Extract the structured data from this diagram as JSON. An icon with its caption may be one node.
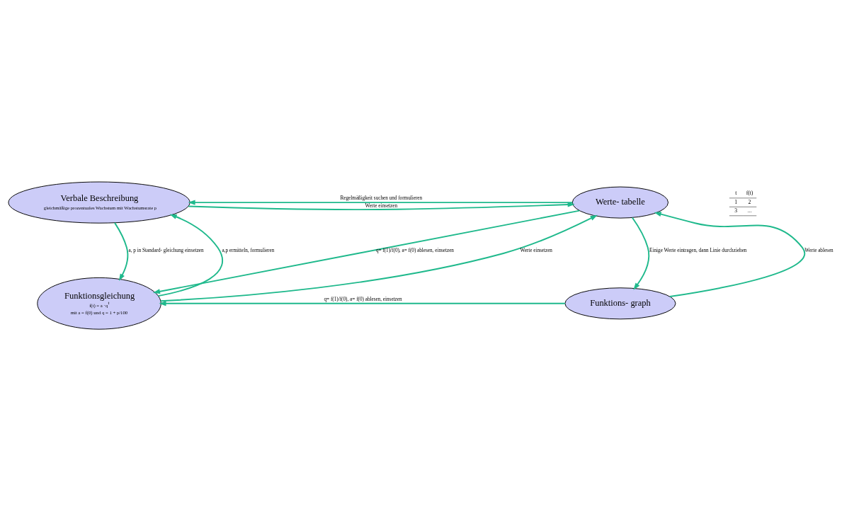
{
  "diagram": {
    "nodes": [
      {
        "text": [
          "Verbale Beschreibung",
          "gleichmäßige prozentuales Wachstum mit Wachstumsrate p"
        ]
      },
      {
        "text": [
          "Werte- tabelle"
        ]
      },
      {
        "text": [
          "Funktionsgleichung",
          "f(t) = a ·q$^{t}$",
          "mit a = f(0) und q = 1 + p/100"
        ]
      },
      {
        "text": [
          "Funktions- graph"
        ]
      }
    ],
    "edges": [
      {
        "from": 1,
        "to": 0,
        "arrow": "to",
        "label": "Regelmäßigkeit suchen und formulieren"
      },
      {
        "from": 0,
        "to": 1,
        "arrow": "to",
        "label": "Werte einsetzen"
      },
      {
        "from": 0,
        "to": 2,
        "arrow": "to",
        "label": "a, p in Standard- gleichung einsetzen"
      },
      {
        "from": 2,
        "to": 0,
        "arrow": "to",
        "label": "a,p ermitteln, formulieren"
      },
      {
        "from": 2,
        "to": 1,
        "arrow": "to",
        "label": "Werte einsetzen"
      },
      {
        "from": 1,
        "to": 2,
        "arrow": "to",
        "label": "q= f(1)/f(0), a= f(0) ablesen, einsetzen"
      },
      {
        "from": 3,
        "to": 1,
        "arrow": "to",
        "label": "Werte ablesen"
      },
      {
        "from": 1,
        "to": 3,
        "arrow": "to",
        "label": "Einige Werte eintragen, dann Linie durchziehen"
      },
      {
        "from": 3,
        "to": 2,
        "arrow": "to",
        "label": "q= f(1)/f(0), a= f(0) ablesen, einsetzen"
      }
    ],
    "labels": [
      "t",
      "f(t)",
      "1",
      "2",
      "3",
      "..."
    ]
  }
}
